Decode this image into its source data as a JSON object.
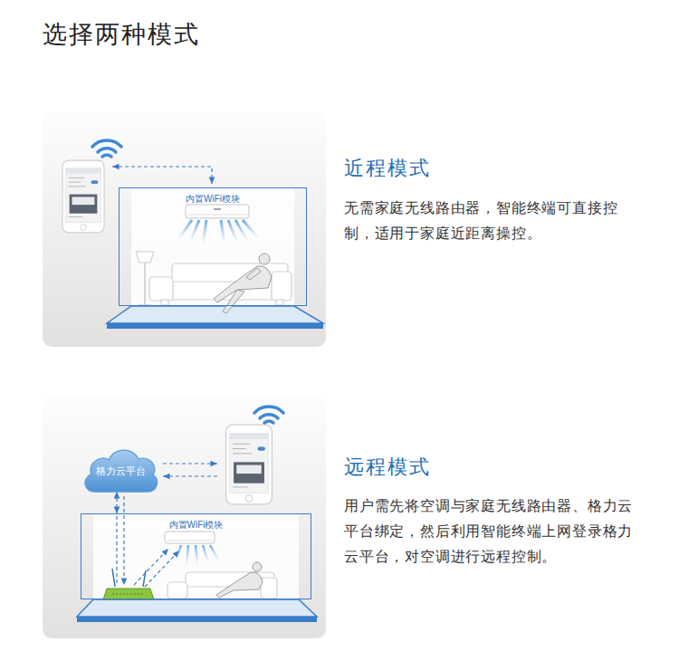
{
  "diagram": {
    "title": "选择两种模式",
    "nodes": [
      {
        "text": [
          "内置WiFi模块"
        ]
      },
      {
        "text": [
          "格力云平台"
        ]
      },
      {
        "text": [
          "内置WiFi模块"
        ]
      }
    ],
    "edges": [
      {
        "from": 1,
        "to": 2,
        "arrow": "both"
      }
    ],
    "labels": [
      "近程模式",
      "无需家庭无线路由器，智能终端可直接控制，适用于家庭近距离操控。",
      "远程模式",
      "用户需先将空调与家庭无线路由器、格力云平台绑定，然后利用智能终端上网登录格力云平台，对空调进行远程控制。"
    ]
  }
}
